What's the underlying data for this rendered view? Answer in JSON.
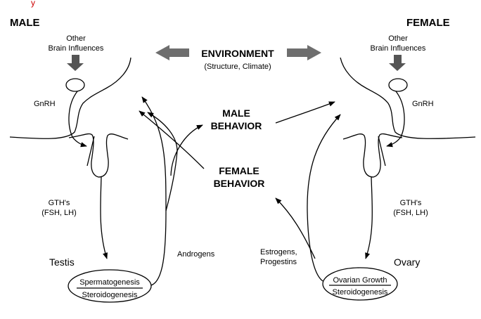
{
  "corner_marks": "y",
  "male": {
    "title": "MALE",
    "other_influences": [
      "Other",
      "Brain Influences"
    ],
    "gnrh": "GnRH",
    "gth": [
      "GTH's",
      "(FSH, LH)"
    ],
    "gonad": "Testis",
    "process_top": "Spermatogenesis",
    "process_bottom": "Steroidogenesis",
    "hormones": [
      "Androgens"
    ]
  },
  "female": {
    "title": "FEMALE",
    "other_influences": [
      "Other",
      "Brain Influences"
    ],
    "gnrh": "GnRH",
    "gth": [
      "GTH's",
      "(FSH, LH)"
    ],
    "gonad": "Ovary",
    "process_top": "Ovarian Growth",
    "process_bottom": "Steroidogenesis",
    "hormones": [
      "Estrogens,",
      "Progestins"
    ]
  },
  "environment": {
    "title": "ENVIRONMENT",
    "subtitle": "(Structure, Climate)"
  },
  "male_behavior": [
    "MALE",
    "BEHAVIOR"
  ],
  "female_behavior": [
    "FEMALE",
    "BEHAVIOR"
  ],
  "colors": {
    "ink": "#000000",
    "environment_arrow": "#6e6e6e",
    "corner_mark": "#cc0000"
  }
}
